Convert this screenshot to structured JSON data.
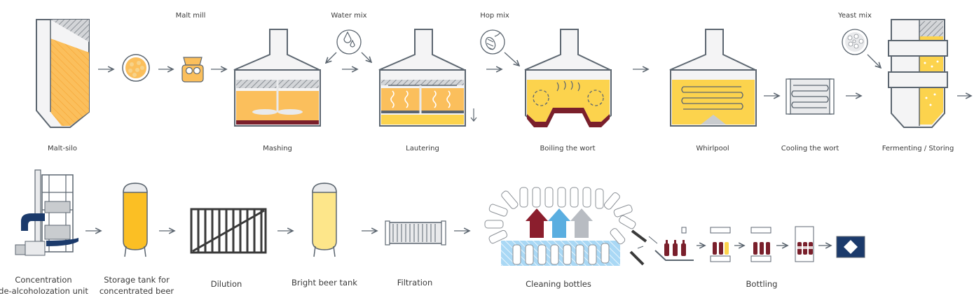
{
  "colors": {
    "yellow": "#fcd34d",
    "orange": "#fbbf5c",
    "dark_red": "#7a1f2b",
    "outline": "#5c6670",
    "steel": "#e9eaec",
    "navy": "#1b3a6b",
    "water_blue": "#a9d8f5",
    "arrow_red": "#8b1e2d",
    "arrow_blue": "#5aaee0",
    "arrow_grey": "#b8bcc2",
    "text": "#3a3a3a"
  },
  "row1": {
    "malt_mill": "Malt mill",
    "water_mix": "Water mix",
    "hop_mix": "Hop mix",
    "yeast_mix": "Yeast mix",
    "malt_silo": "Malt-silo",
    "mashing": "Mashing",
    "lautering": "Lautering",
    "boiling": "Boiling the wort",
    "whirlpool": "Whirlpool",
    "cooling": "Cooling the wort",
    "fermenting": "Fermenting / Storing"
  },
  "row2": {
    "concentration_l1": "Concentration",
    "concentration_l2": "de-alcoholozation unit",
    "storage_l1": "Storage tank for",
    "storage_l2": "concentrated beer",
    "dilution": "Dilution",
    "bright": "Bright beer tank",
    "filtration": "Filtration",
    "cleaning": "Cleaning bottles",
    "bottling": "Bottling"
  },
  "icons": {
    "arrow": "arrow-right-icon",
    "hop": "hop-icon",
    "water": "water-drops-icon",
    "yeast": "yeast-icon"
  }
}
